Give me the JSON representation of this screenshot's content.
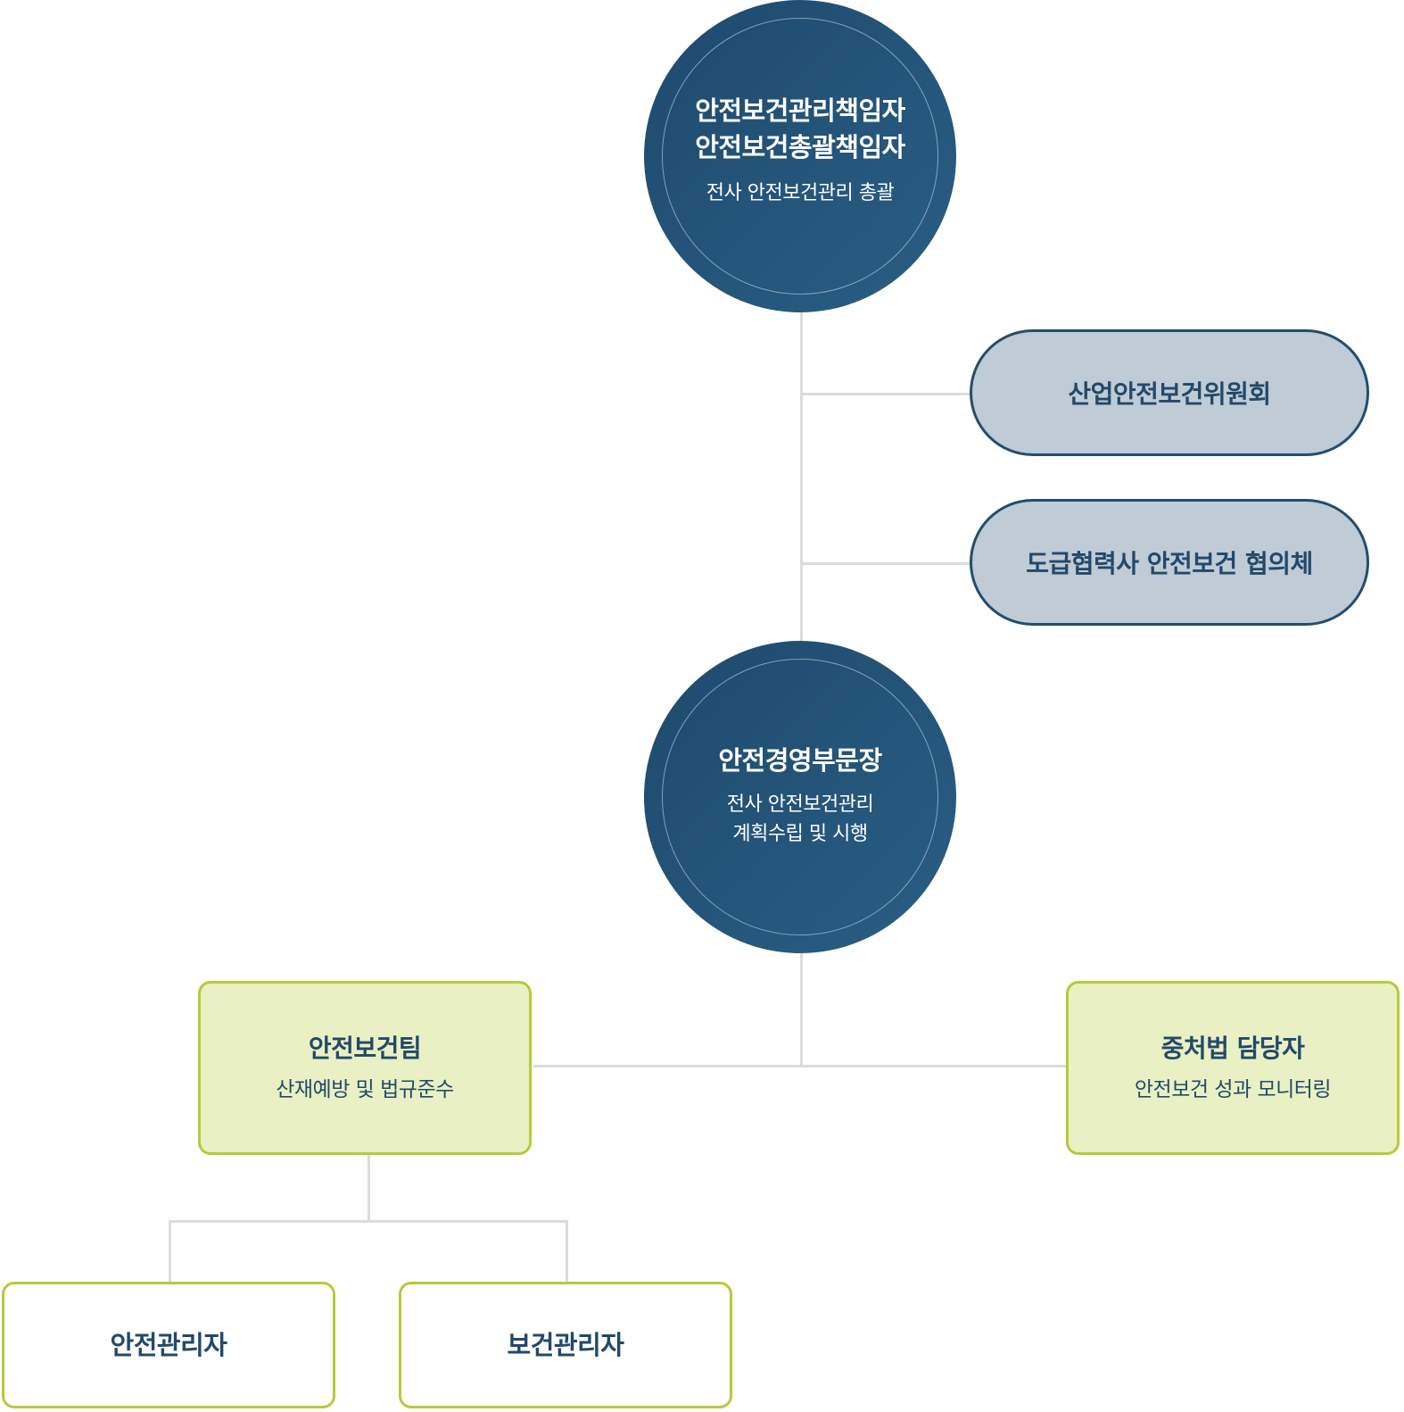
{
  "diagram": {
    "top": {
      "title_line1": "안전보건관리책임자",
      "title_line2": "안전보건총괄책임자",
      "sub": "전사 안전보건관리 총괄"
    },
    "committees": [
      {
        "label": "산업안전보건위원회"
      },
      {
        "label": "도급협력사 안전보건 협의체"
      }
    ],
    "middle": {
      "title": "안전경영부문장",
      "sub_line1": "전사 안전보건관리",
      "sub_line2": "계획수립 및 시행"
    },
    "left_team": {
      "title": "안전보건팀",
      "sub": "산재예방 및 법규준수"
    },
    "right_team": {
      "title": "중처법 담당자",
      "sub": "안전보건 성과 모니터링"
    },
    "managers": [
      {
        "label": "안전관리자"
      },
      {
        "label": "보건관리자"
      }
    ],
    "colors": {
      "circle": "#245275",
      "pill_fill": "#bfcbd5",
      "pill_border": "#244d6e",
      "box_border": "#b3cc3a",
      "box_fill": "#e9f0c3",
      "connector": "#dcdcdc",
      "text_dark": "#23496a"
    }
  }
}
